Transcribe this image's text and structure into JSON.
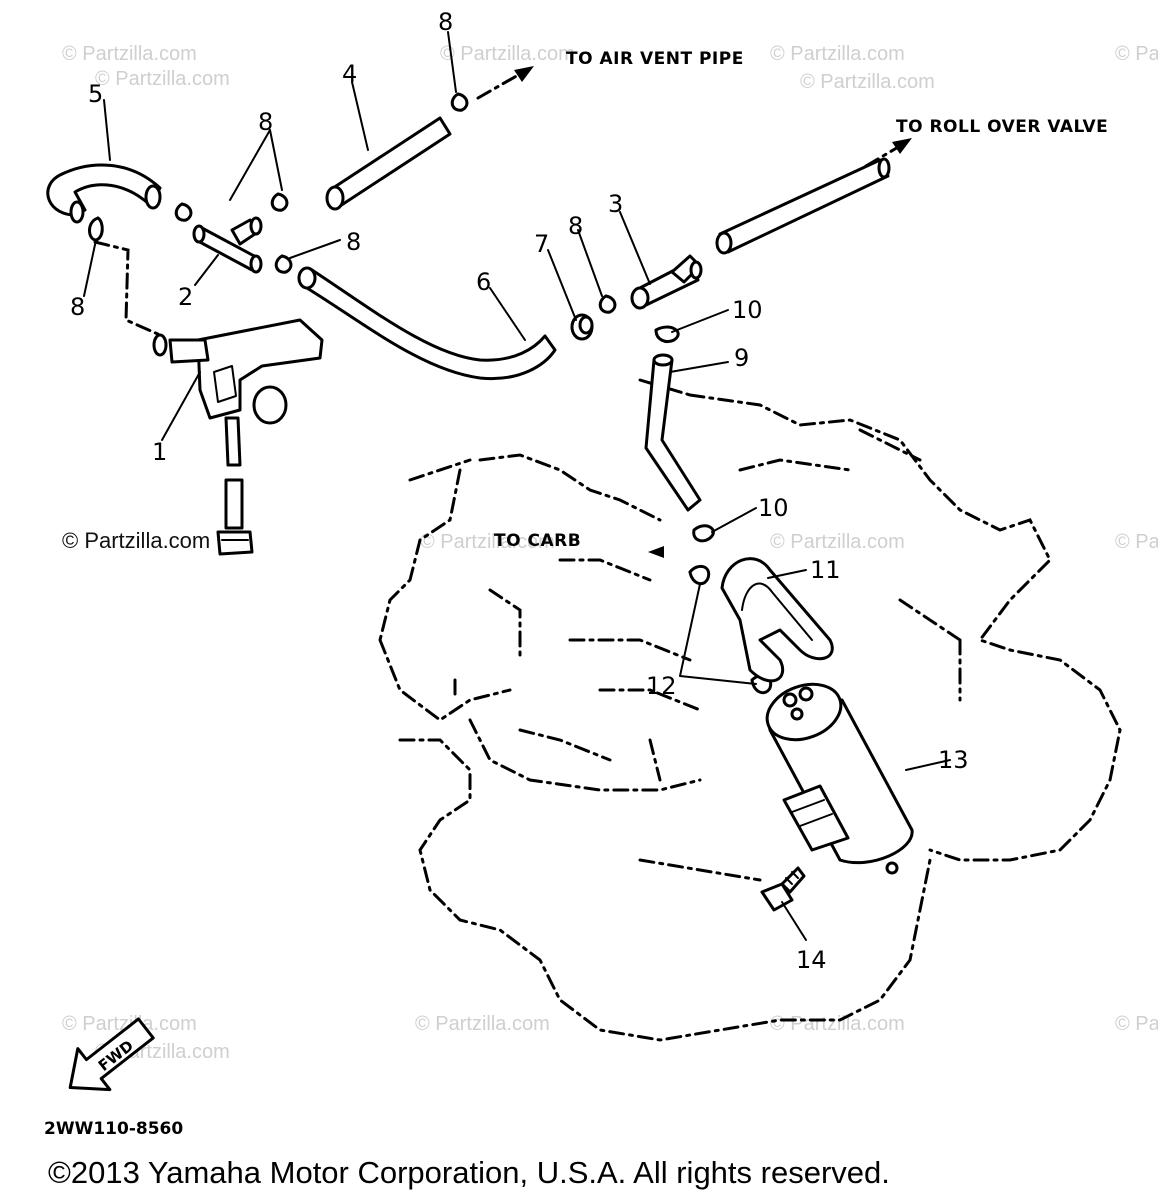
{
  "callouts": {
    "n1": "1",
    "n2": "2",
    "n3": "3",
    "n4": "4",
    "n5": "5",
    "n6": "6",
    "n7": "7",
    "n8": "8",
    "n9": "9",
    "n10": "10",
    "n11": "11",
    "n12": "12",
    "n13": "13",
    "n14": "14"
  },
  "notes": {
    "air_vent": "TO AIR VENT PIPE",
    "roll_over": "TO ROLL OVER VALVE",
    "carb": "TO CARB",
    "front_arrow": "FWD"
  },
  "watermark": "© Partzilla.com",
  "diagram_code": "2WW110-8560",
  "copyright": "©2013 Yamaha Motor Corporation, U.S.A. All rights reserved."
}
